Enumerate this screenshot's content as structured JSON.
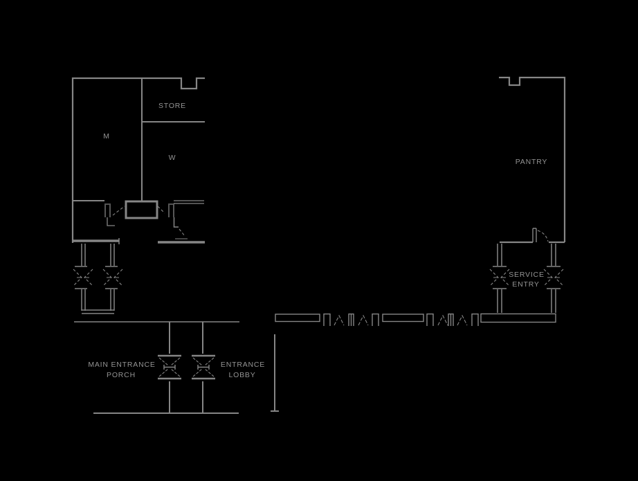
{
  "drawing": {
    "type": "architectural-floor-plan",
    "background_color": "#000000",
    "line_color": "#868686",
    "text_color": "#949494"
  },
  "labels": {
    "room_m": "M",
    "room_w": "W",
    "store": "STORE",
    "pantry": "PANTRY",
    "service_entry_line1": "SERVICE",
    "service_entry_line2": "ENTRY",
    "main_entrance_line1": "MAIN ENTRANCE",
    "main_entrance_line2": "PORCH",
    "entrance_lobby_line1": "ENTRANCE",
    "entrance_lobby_line2": "LOBBY"
  }
}
